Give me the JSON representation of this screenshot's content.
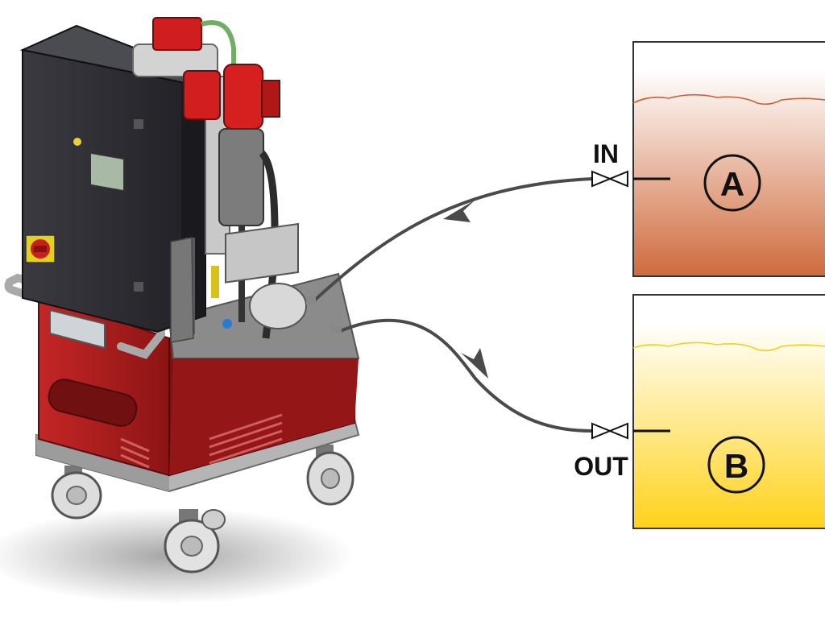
{
  "labels": {
    "in": "IN",
    "out": "OUT",
    "tank_a": "A",
    "tank_b": "B"
  },
  "colors": {
    "tank_a_top": "#ffffff",
    "tank_a_bottom": "#cf6a3c",
    "tank_a_surface": "#c8643a",
    "tank_b_top": "#ffffff",
    "tank_b_bottom": "#ffd21a",
    "tank_b_surface": "#f0d21e",
    "hose": "#4a4a4a",
    "cabinet": "#2b2b30",
    "frame_red": "#a51c1c",
    "motor_red": "#d6201f",
    "steel": "#9a9a9a"
  },
  "icons": {
    "valve": "valve-icon",
    "flow_arrow": "flow-arrow-icon"
  }
}
